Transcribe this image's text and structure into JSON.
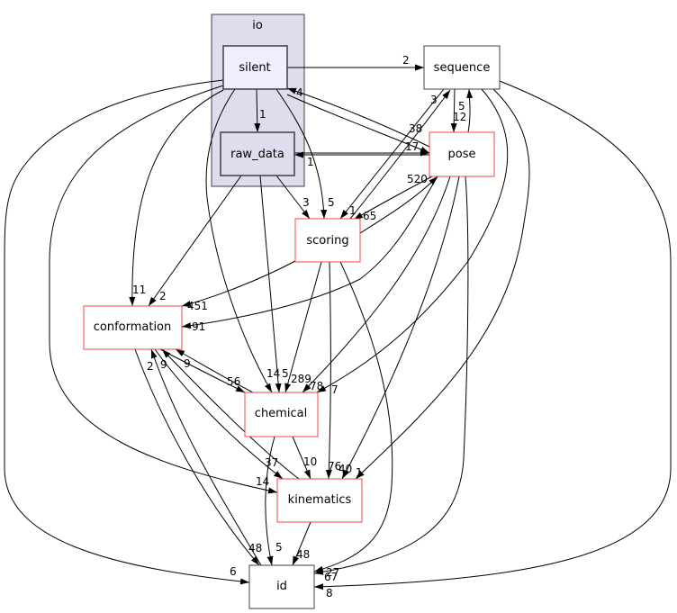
{
  "cluster": {
    "label": "io",
    "fill": "#dddded",
    "stroke": "#404040"
  },
  "nodes": {
    "silent": {
      "label": "silent",
      "fill": "#eeeeff",
      "stroke": "#404040"
    },
    "raw_data": {
      "label": "raw_data",
      "fill": "#dddded",
      "stroke": "#404040"
    },
    "sequence": {
      "label": "sequence",
      "fill": "#ffffff",
      "stroke": "#404040"
    },
    "pose": {
      "label": "pose",
      "fill": "#ffffff",
      "stroke": "#ff4040"
    },
    "scoring": {
      "label": "scoring",
      "fill": "#ffffff",
      "stroke": "#ff4040"
    },
    "conformation": {
      "label": "conformation",
      "fill": "#ffffff",
      "stroke": "#ff4040"
    },
    "chemical": {
      "label": "chemical",
      "fill": "#ffffff",
      "stroke": "#ff4040"
    },
    "kinematics": {
      "label": "kinematics",
      "fill": "#ffffff",
      "stroke": "#ff4040"
    },
    "id": {
      "label": "id",
      "fill": "#ffffff",
      "stroke": "#404040"
    }
  },
  "edges": [
    {
      "from": "silent",
      "to": "sequence",
      "label": "2"
    },
    {
      "from": "pose",
      "to": "silent",
      "label": "4"
    },
    {
      "from": "silent",
      "to": "raw_data",
      "label": "1"
    },
    {
      "from": "silent",
      "to": "pose",
      "label": "38"
    },
    {
      "from": "raw_data",
      "to": "pose",
      "label": "17"
    },
    {
      "from": "pose",
      "to": "raw_data",
      "label": "1"
    },
    {
      "from": "scoring",
      "to": "sequence",
      "label": "3"
    },
    {
      "from": "sequence",
      "to": "pose",
      "label": "12"
    },
    {
      "from": "pose",
      "to": "sequence",
      "label": "5"
    },
    {
      "from": "scoring",
      "to": "pose",
      "label": "520"
    },
    {
      "from": "pose",
      "to": "scoring",
      "label": "65"
    },
    {
      "from": "sequence",
      "to": "scoring",
      "label": "1"
    },
    {
      "from": "raw_data",
      "to": "scoring",
      "label": "3"
    },
    {
      "from": "silent",
      "to": "scoring",
      "label": "5"
    },
    {
      "from": "silent",
      "to": "conformation",
      "label": "11"
    },
    {
      "from": "raw_data",
      "to": "conformation",
      "label": "2"
    },
    {
      "from": "scoring",
      "to": "conformation",
      "label": "451"
    },
    {
      "from": "pose",
      "to": "conformation",
      "label": "91"
    },
    {
      "from": "conformation",
      "to": "chemical",
      "label": "56"
    },
    {
      "from": "chemical",
      "to": "conformation",
      "label": "9"
    },
    {
      "from": "kinematics",
      "to": "conformation",
      "label": "9"
    },
    {
      "from": "id",
      "to": "conformation",
      "label": "2"
    },
    {
      "from": "silent",
      "to": "chemical",
      "label": "14"
    },
    {
      "from": "raw_data",
      "to": "chemical",
      "label": "5"
    },
    {
      "from": "scoring",
      "to": "chemical",
      "label": "289"
    },
    {
      "from": "pose",
      "to": "chemical",
      "label": "78"
    },
    {
      "from": "sequence",
      "to": "chemical",
      "label": "7"
    },
    {
      "from": "chemical",
      "to": "kinematics",
      "label": "10"
    },
    {
      "from": "conformation",
      "to": "kinematics",
      "label": "37"
    },
    {
      "from": "silent",
      "to": "kinematics",
      "label": "14"
    },
    {
      "from": "scoring",
      "to": "kinematics",
      "label": "76"
    },
    {
      "from": "pose",
      "to": "kinematics",
      "label": "40"
    },
    {
      "from": "sequence",
      "to": "kinematics",
      "label": "1"
    },
    {
      "from": "conformation",
      "to": "id",
      "label": "48"
    },
    {
      "from": "chemical",
      "to": "id",
      "label": "5"
    },
    {
      "from": "kinematics",
      "to": "id",
      "label": "48"
    },
    {
      "from": "silent",
      "to": "id",
      "label": "6"
    },
    {
      "from": "scoring",
      "to": "id",
      "label": "27"
    },
    {
      "from": "pose",
      "to": "id",
      "label": "67"
    },
    {
      "from": "sequence",
      "to": "id",
      "label": "8"
    }
  ]
}
